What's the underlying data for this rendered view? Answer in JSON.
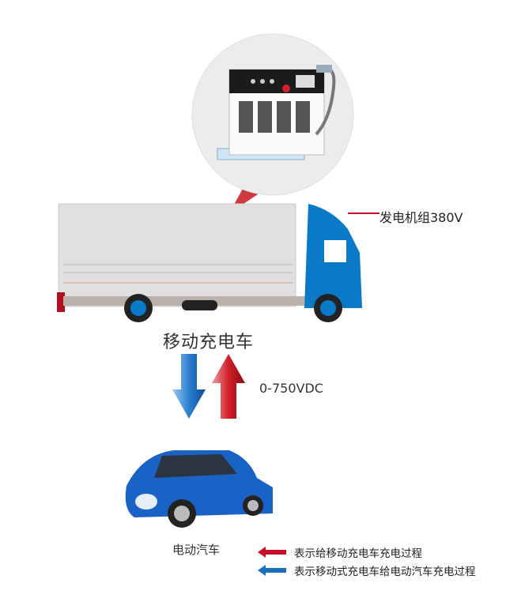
{
  "labels": {
    "generator": "发电机组380V",
    "truck": "移动充电车",
    "voltage": "0-750VDC",
    "car": "电动汽车"
  },
  "legend": [
    {
      "arrow": "red-left-arrow",
      "color": "#c8102e",
      "text": "表示给移动充电车充电过程"
    },
    {
      "arrow": "blue-left-arrow",
      "color": "#1a6fc0",
      "text": "表示移动式充电车给电动汽车充电过程"
    }
  ],
  "colors": {
    "red": "#c8102e",
    "blue": "#0a7ac8",
    "callout": "#d0393e"
  }
}
